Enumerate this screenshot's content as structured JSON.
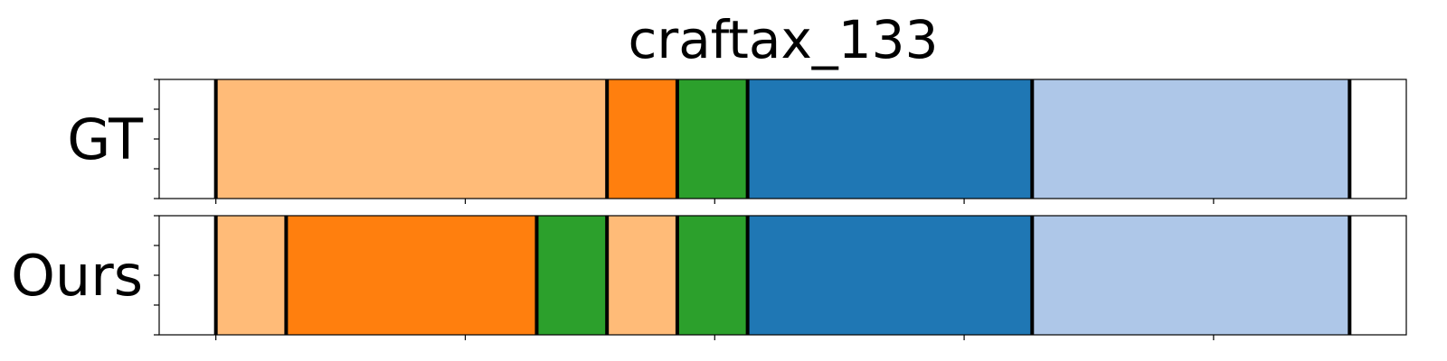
{
  "chart_data": {
    "type": "segmentation-timeline",
    "title": "craftax_133",
    "xlim": [
      0,
      110
    ],
    "x_ticks": [
      5,
      27,
      49,
      71,
      93,
      115
    ],
    "y_tick_count": 5,
    "grid": false,
    "rows": [
      {
        "label": "GT",
        "segments": [
          {
            "start": 5.0,
            "end": 39.5,
            "color": "#ffbb78"
          },
          {
            "start": 39.5,
            "end": 45.7,
            "color": "#ff7f0e"
          },
          {
            "start": 45.7,
            "end": 51.9,
            "color": "#2ca02c"
          },
          {
            "start": 51.9,
            "end": 77.0,
            "color": "#1f77b4"
          },
          {
            "start": 77.0,
            "end": 105.0,
            "color": "#aec7e8"
          }
        ]
      },
      {
        "label": "Ours",
        "segments": [
          {
            "start": 5.0,
            "end": 11.2,
            "color": "#ffbb78"
          },
          {
            "start": 11.2,
            "end": 33.3,
            "color": "#ff7f0e"
          },
          {
            "start": 33.3,
            "end": 39.5,
            "color": "#2ca02c"
          },
          {
            "start": 39.5,
            "end": 45.7,
            "color": "#ffbb78"
          },
          {
            "start": 45.7,
            "end": 51.9,
            "color": "#2ca02c"
          },
          {
            "start": 51.9,
            "end": 77.0,
            "color": "#1f77b4"
          },
          {
            "start": 77.0,
            "end": 105.0,
            "color": "#aec7e8"
          }
        ]
      }
    ]
  }
}
